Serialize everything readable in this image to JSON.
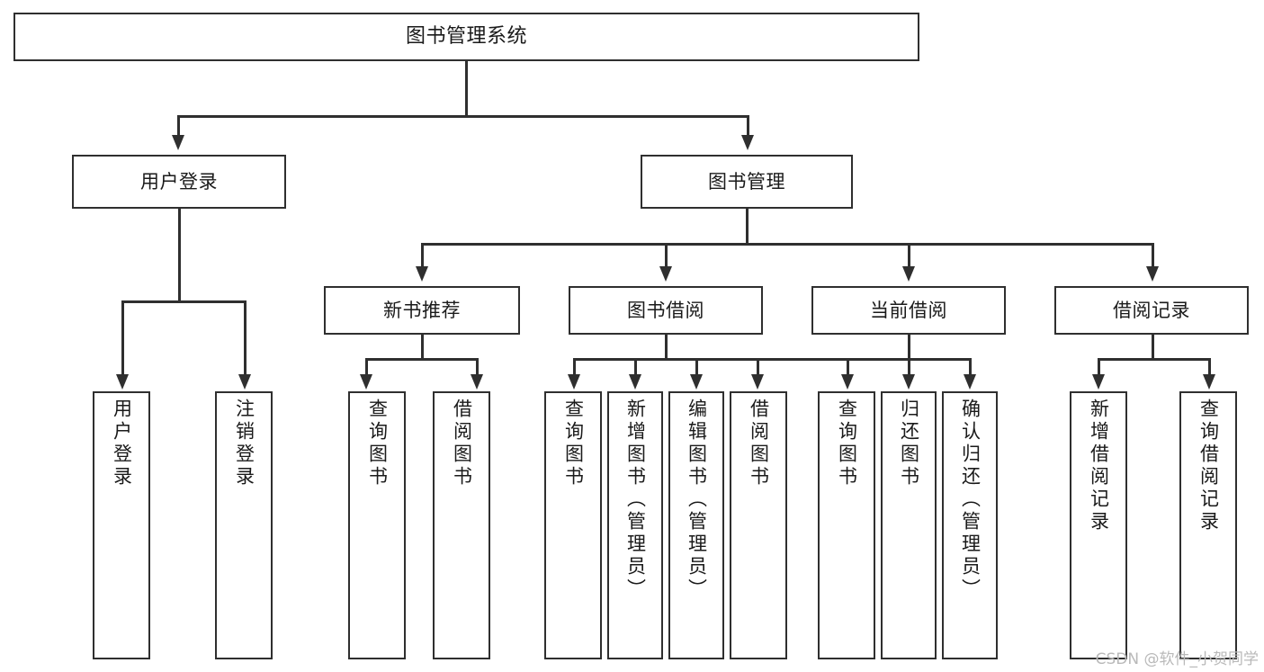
{
  "diagram": {
    "title": "图书管理系统",
    "type": "tree",
    "watermark": "CSDN @软件_小贺同学",
    "colors": {
      "stroke": "#2f2f2f",
      "fill": "#ffffff",
      "text": "#1a1a1a",
      "watermark": "#b9b9b9"
    },
    "root": {
      "label": "图书管理系统"
    },
    "level1": [
      {
        "label": "用户登录"
      },
      {
        "label": "图书管理"
      }
    ],
    "level2": [
      {
        "label": "新书推荐"
      },
      {
        "label": "图书借阅"
      },
      {
        "label": "当前借阅"
      },
      {
        "label": "借阅记录"
      }
    ],
    "leaves": {
      "user_login": [
        {
          "label": "用户登录"
        },
        {
          "label": "注销登录"
        }
      ],
      "new_book_recommend": [
        {
          "label": "查询图书"
        },
        {
          "label": "借阅图书"
        }
      ],
      "book_borrow": [
        {
          "label": "查询图书"
        },
        {
          "label": "新增图书（管理员）"
        },
        {
          "label": "编辑图书（管理员）"
        },
        {
          "label": "借阅图书"
        }
      ],
      "current_borrow": [
        {
          "label": "查询图书"
        },
        {
          "label": "归还图书"
        },
        {
          "label": "确认归还（管理员）"
        }
      ],
      "borrow_record": [
        {
          "label": "新增借阅记录"
        },
        {
          "label": "查询借阅记录"
        }
      ]
    }
  }
}
